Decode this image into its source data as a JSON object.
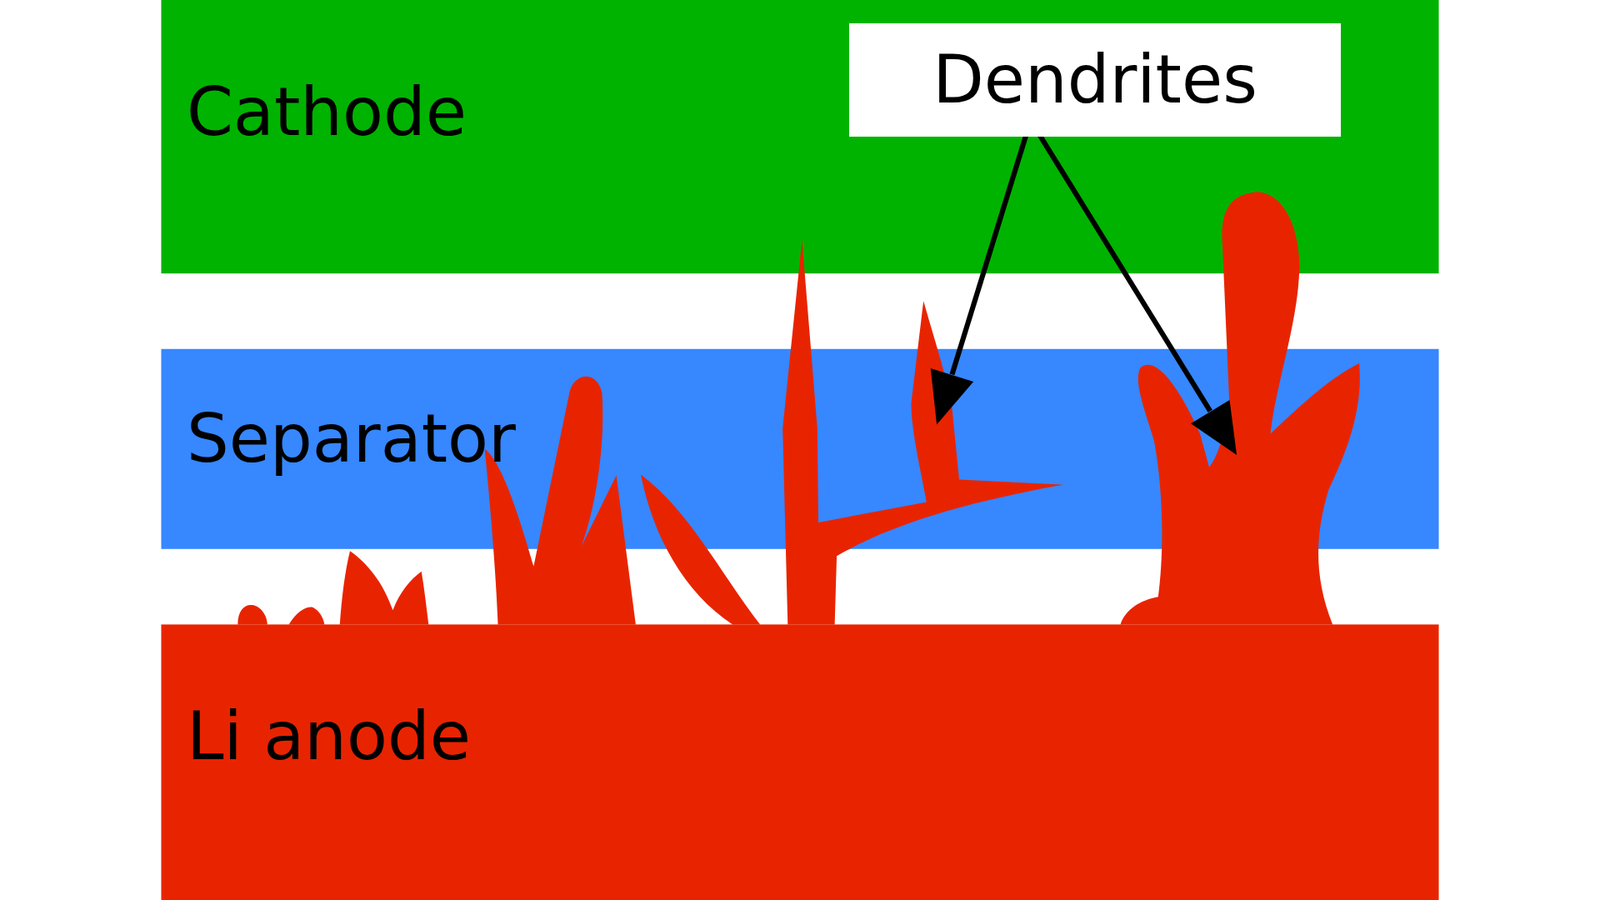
{
  "diagram": {
    "nodes": [
      {
        "text": [
          "Cathode"
        ]
      },
      {
        "text": [
          "Dendrites"
        ],
        "in": 0
      },
      {
        "text": [
          "Separator"
        ]
      },
      {
        "text": [
          "Li anode"
        ]
      }
    ]
  }
}
